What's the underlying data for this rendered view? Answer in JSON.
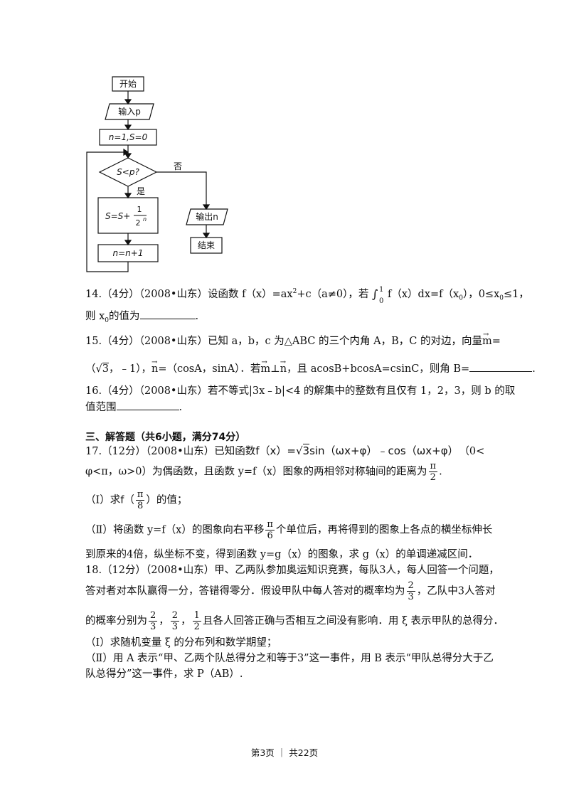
{
  "flowchart": {
    "start": "开始",
    "input": "输入p",
    "init": "n=1,S=0",
    "condition": "S<p?",
    "no": "否",
    "yes": "是",
    "assign_left": "S=S+",
    "assign_num": "1",
    "assign_den": "2",
    "assign_exp": "n",
    "increment": "n=n+1",
    "output": "输出n",
    "end": "结束"
  },
  "q14": {
    "line1_a": "14.（4分）（2008•山东）设函数 f（x）=ax",
    "sup2": "2",
    "line1_b": "+c（a≠0），若",
    "int_upper": "1",
    "int_lower": "0",
    "line1_c": "f（x）dx=f（x",
    "sub0": "0",
    "line1_d": "），0≤x",
    "sub0b": "0",
    "line1_e": "≤1，",
    "line2_a": "则 x",
    "sub0c": "0",
    "line2_b": "的值为",
    "line2_end": "."
  },
  "q15": {
    "line1": "15.（4分）（2008•山东）已知 a，b，c 为△ABC 的三个内角 A，B，C 的对边，向量",
    "m_vec": "m",
    "eq": "=",
    "line2_a": "（",
    "sqrt3": "3",
    "line2_b": "，﹣1），",
    "n_vec": "n",
    "line2_c": "=（cosA，sinA）．若",
    "perp_m": "m",
    "perp_sym": "⊥",
    "perp_n": "n",
    "line2_d": "，且 acosB+bcosA=csinC，则角 B=",
    "line2_end": "."
  },
  "q16": {
    "line1": "16.（4分）（2008•山东）若不等式|3x﹣b|<4 的解集中的整数有且仅有 1，2，3，则 b 的取",
    "line2": "值范围",
    "line2_end": "."
  },
  "section3": "三、解答题（共6小题，满分74分）",
  "q17": {
    "line1_a": "17.（12分）（2008•山东）已知函数",
    "func_a": "f（x）=",
    "func_sqrt": "3",
    "func_b": "sin（ωx+φ）﹣cos（ωx+φ）",
    "line1_c": "（0<",
    "line2_a": "φ<π，ω>0）为偶函数，且函数 y=f（x）图象的两相邻对称轴间的距离为",
    "pi": "π",
    "two": "2",
    "line2_end": ".",
    "part1_a": "（Ⅰ）求",
    "part1_f": "f（",
    "part1_num": "π",
    "part1_den": "8",
    "part1_b": "）的值；",
    "part2_a": "（Ⅱ）将函数 y=f（x）的图象向右平移",
    "part2_num": "π",
    "part2_den": "6",
    "part2_b": "个单位后，再将得到的图象上各点的横坐标伸长",
    "part2_line2": "到原来的4倍，纵坐标不变，得到函数 y=g（x）的图象，求 g（x）的单调递减区间．"
  },
  "q18": {
    "line1": "18.（12分）（2008•山东）甲、乙两队参加奥运知识竞赛，每队3人，每人回答一个问题，",
    "line2_a": "答对者对本队赢得一分，答错得零分．假设甲队中每人答对的概率均为",
    "p_num": "2",
    "p_den": "3",
    "line2_b": "，乙队中3人答对",
    "line3_a": "的概率分别为",
    "f1_num": "2",
    "f1_den": "3",
    "f2_num": "2",
    "f2_den": "3",
    "f3_num": "1",
    "f3_den": "2",
    "comma": "，",
    "line3_b": "且各人回答正确与否相互之间没有影响．用 ξ 表示甲队的总得分．",
    "part1": "（Ⅰ）求随机变量 ξ 的分布列和数学期望；",
    "part2_l1": "（Ⅱ）用 A 表示“甲、乙两个队总得分之和等于3”这一事件，用 B 表示“甲队总得分大于乙",
    "part2_l2": "队总得分”这一事件，求 P（AB）."
  },
  "footer": "第3页 ｜ 共22页"
}
